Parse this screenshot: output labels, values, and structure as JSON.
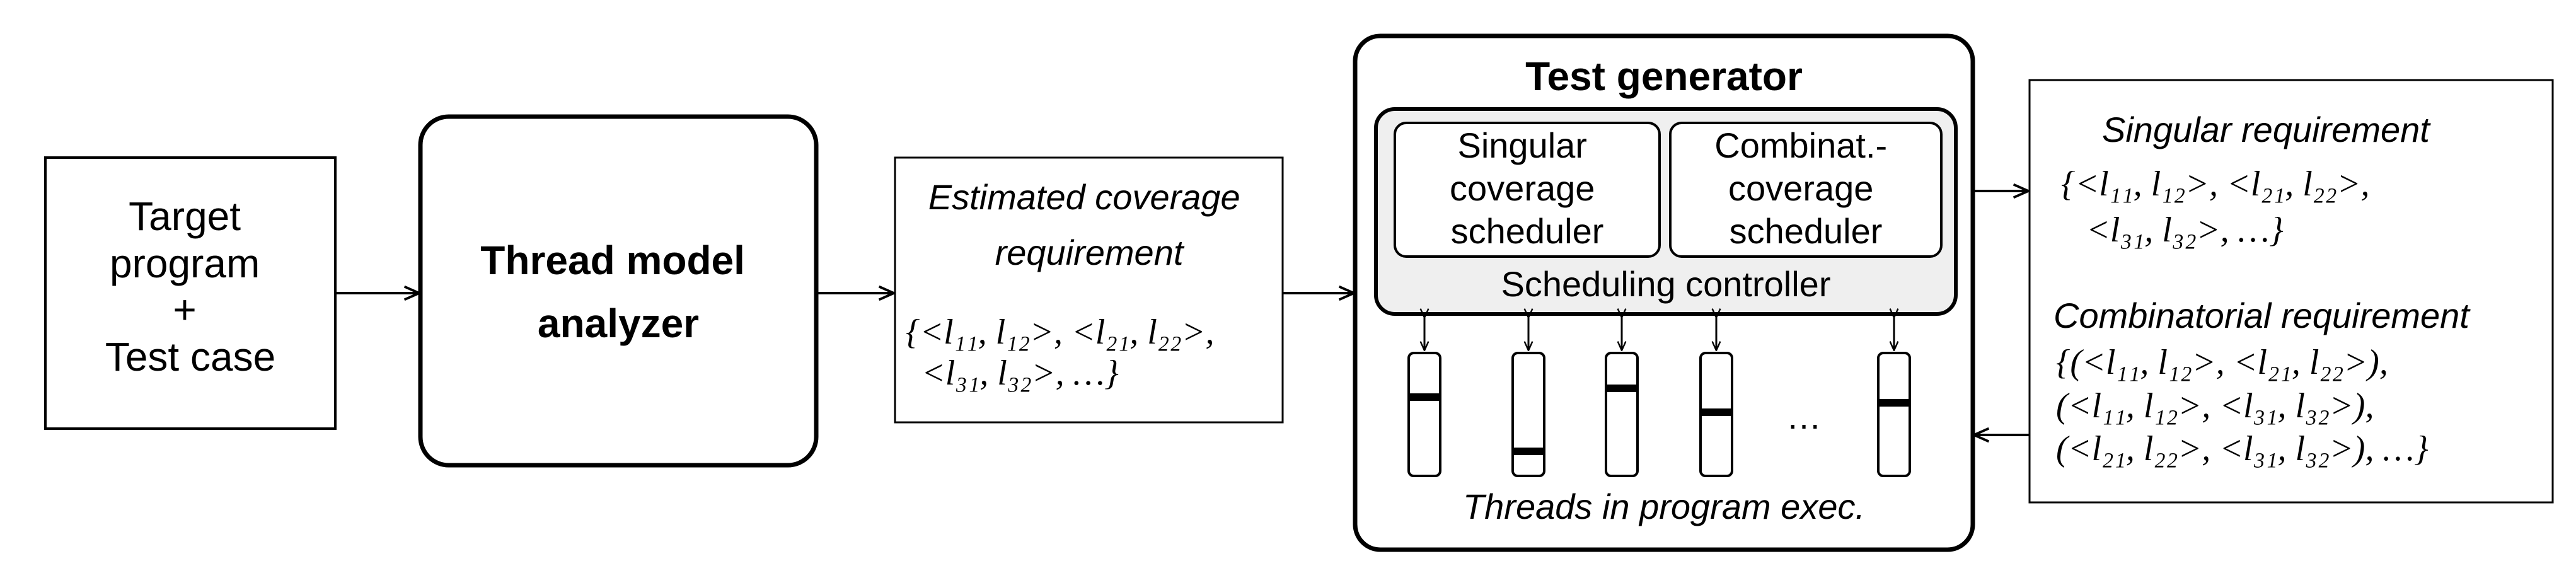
{
  "target_box": {
    "lines": [
      "Target",
      "program",
      "+",
      "Test case"
    ]
  },
  "analyzer_box": {
    "lines": [
      "Thread model",
      "analyzer"
    ]
  },
  "estimated_box": {
    "title_lines": [
      "Estimated coverage",
      "requirement"
    ],
    "formula_lines": [
      "{<l₁₁, l₁₂>,  <l₂₁, l₂₂>,",
      "<l₃₁, l₃₂>,  …}"
    ]
  },
  "test_generator": {
    "title": "Test generator",
    "singular_scheduler_lines": [
      "Singular",
      "coverage",
      "scheduler"
    ],
    "combinat_scheduler_lines": [
      "Combinat.-",
      "coverage",
      "scheduler"
    ],
    "controller_label": "Scheduling controller",
    "ellipsis": "…",
    "threads_label": "Threads in program exec."
  },
  "output_box": {
    "singular_title": "Singular requirement",
    "singular_lines": [
      "{<l₁₁, l₁₂>,  <l₂₁, l₂₂>,",
      "<l₃₁, l₃₂>,  …}"
    ],
    "combinatorial_title": "Combinatorial requirement",
    "combinatorial_lines": [
      "{(<l₁₁, l₁₂>, <l₂₁, l₂₂>),",
      "(<l₁₁, l₁₂>, <l₃₁, l₃₂>),",
      "(<l₂₁, l₂₂>, <l₃₁, l₃₂>), …}"
    ]
  },
  "colors": {
    "controller_fill": "#efefef",
    "stroke": "#000000"
  }
}
